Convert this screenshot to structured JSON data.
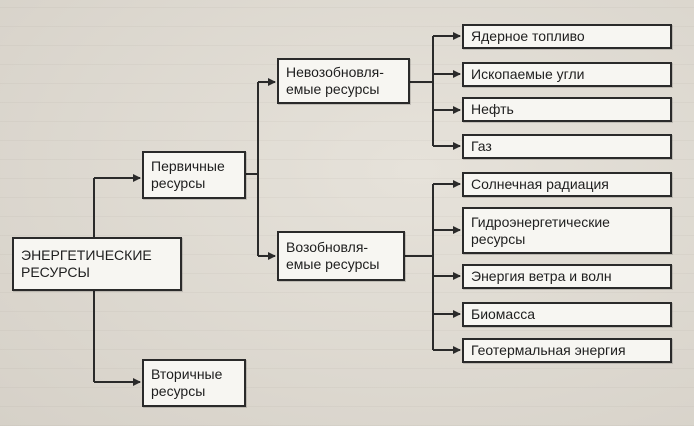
{
  "diagram": {
    "root": "ЭНЕРГЕТИЧЕСКИЕ\nРЕСУРСЫ",
    "primary": "Первичные\nресурсы",
    "secondary": "Вторичные\nресурсы",
    "nonrenewable": "Невозобновля-\nемые ресурсы",
    "renewable": "Возобновля-\nемые ресурсы",
    "nonrenewable_items": [
      "Ядерное топливо",
      "Ископаемые угли",
      "Нефть",
      "Газ"
    ],
    "renewable_items": [
      "Солнечная радиация",
      "Гидроэнергетические\nресурсы",
      "Энергия ветра и волн",
      "Биомасса",
      "Геотермальная энергия"
    ]
  }
}
